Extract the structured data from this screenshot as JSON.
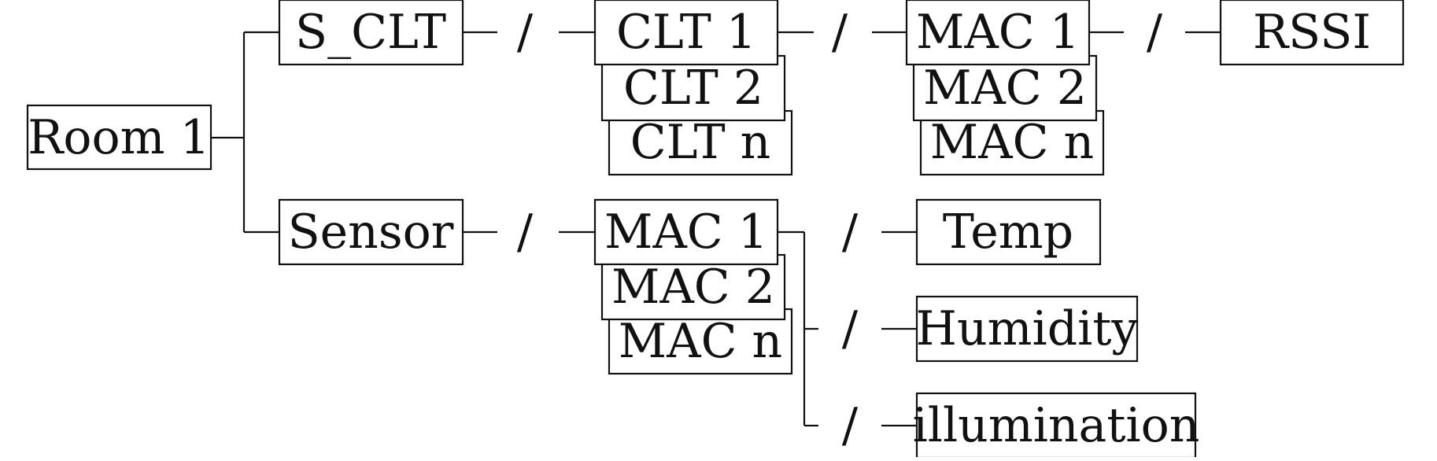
{
  "root": {
    "label": "Room 1"
  },
  "separator": "/",
  "s_clt_branch": {
    "label": "S_CLT",
    "clients": [
      "CLT 1",
      "CLT 2",
      "CLT n"
    ],
    "macs": [
      "MAC 1",
      "MAC 2",
      "MAC n"
    ],
    "leaf": "RSSI"
  },
  "sensor_branch": {
    "label": "Sensor",
    "macs": [
      "MAC 1",
      "MAC 2",
      "MAC n"
    ],
    "readings": [
      "Temp",
      "Humidity",
      "illumination"
    ]
  },
  "colors": {
    "line": "#111111",
    "box_fill": "#ffffff",
    "text": "#111111"
  }
}
